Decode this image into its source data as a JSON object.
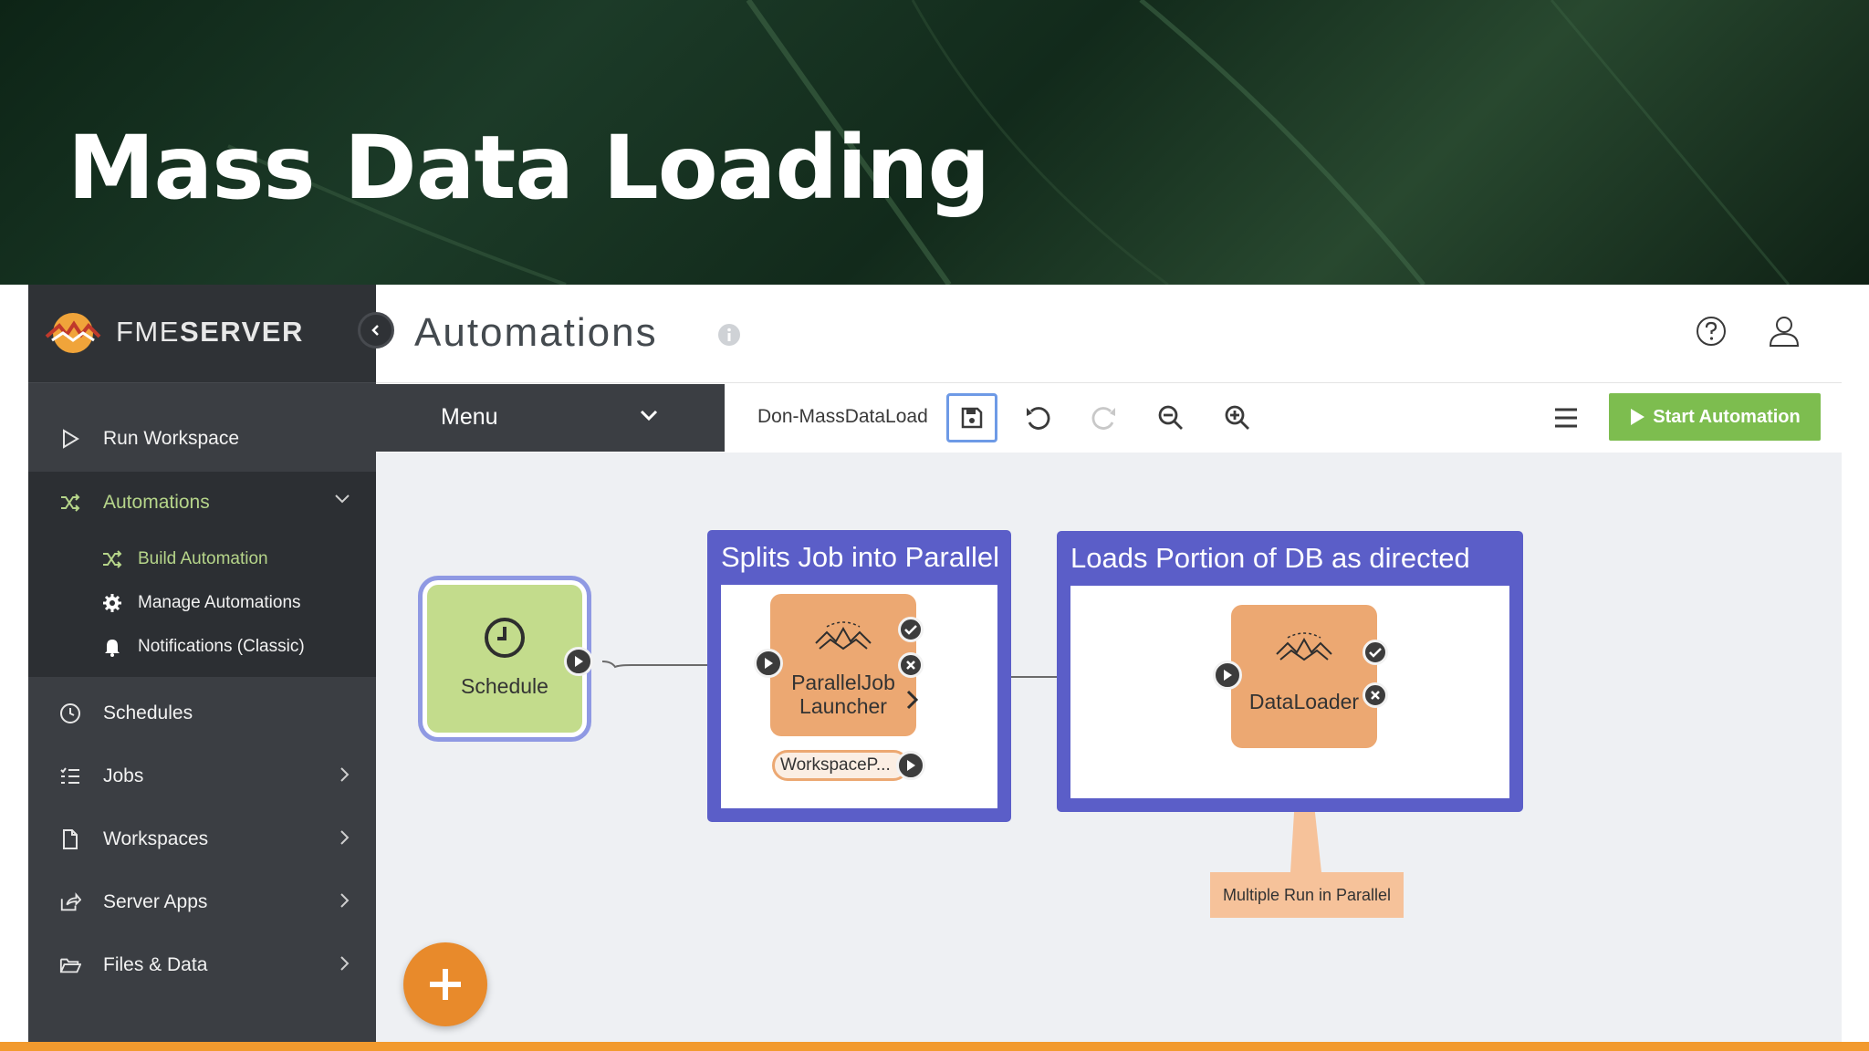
{
  "slide": {
    "title": "Mass Data Loading"
  },
  "sidebar": {
    "brand_light": "FME",
    "brand_bold": "SERVER",
    "items": [
      {
        "label": "Run Workspace",
        "icon": "play-icon"
      },
      {
        "label": "Automations",
        "icon": "shuffle-icon"
      },
      {
        "label": "Schedules",
        "icon": "clock-icon"
      },
      {
        "label": "Jobs",
        "icon": "list-icon"
      },
      {
        "label": "Workspaces",
        "icon": "file-icon"
      },
      {
        "label": "Server Apps",
        "icon": "share-icon"
      },
      {
        "label": "Files & Data",
        "icon": "folder-icon"
      }
    ],
    "sub_items": [
      {
        "label": "Build Automation",
        "icon": "shuffle-icon"
      },
      {
        "label": "Manage Automations",
        "icon": "gear-icon"
      },
      {
        "label": "Notifications (Classic)",
        "icon": "bell-icon"
      }
    ]
  },
  "header": {
    "title": "Automations"
  },
  "menu": {
    "label": "Menu"
  },
  "toolbar": {
    "workspace_name": "Don-MassDataLoad",
    "start_label": "Start Automation"
  },
  "canvas": {
    "schedule_label": "Schedule",
    "group1_title": "Splits Job into Parallel",
    "group2_title": "Loads Portion of DB as directed",
    "parallel_line1": "ParallelJob",
    "parallel_line2": "Launcher",
    "workspace_param": "WorkspaceP...",
    "dataloader_label": "DataLoader",
    "callout": "Multiple Run in Parallel"
  },
  "colors": {
    "accent_green": "#7dbd4f",
    "active_nav_text": "#b6d58a",
    "group_blue": "#5b5ec8",
    "transformer_orange": "#eca872",
    "fab_orange": "#e88a2b"
  }
}
